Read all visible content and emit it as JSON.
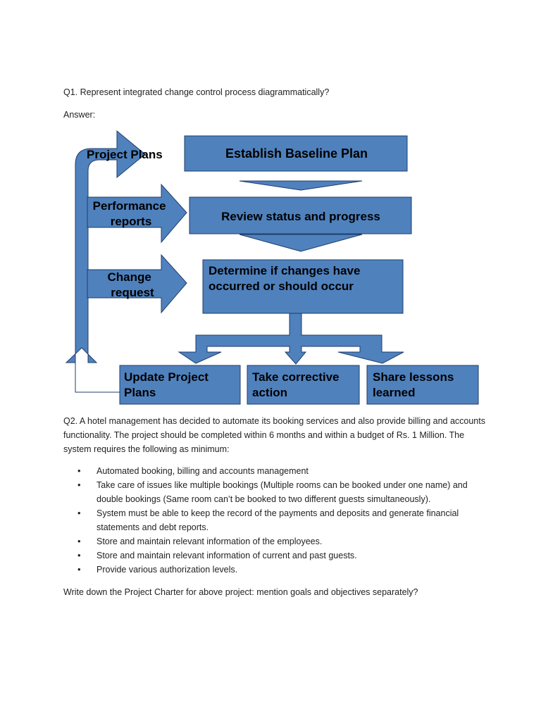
{
  "q1": "Q1. Represent integrated change control process diagrammatically?",
  "answer_label": "Answer:",
  "diagram": {
    "colors": {
      "fill": "#4f81bd",
      "stroke": "#1f3d6b",
      "text": "#000000"
    },
    "inputs": {
      "project_plans": "Project Plans",
      "performance_reports": [
        "Performance",
        "reports"
      ],
      "change_request": [
        "Change",
        "request"
      ]
    },
    "boxes": {
      "establish": "Establish Baseline Plan",
      "review": "Review status and progress",
      "determine": [
        "Determine if changes have",
        "occurred  or should occur"
      ]
    },
    "outcomes": {
      "update": [
        "Update Project",
        "Plans"
      ],
      "corrective": [
        "Take corrective",
        "action"
      ],
      "lessons": [
        "Share lessons",
        "learned"
      ]
    }
  },
  "q2": "Q2. A hotel management has decided to automate its booking services and also provide billing and accounts functionality. The project should be completed within 6 months and within  a budget of Rs. 1 Million. The system requires the following as minimum:",
  "requirements": [
    "Automated booking, billing and accounts management",
    "Take care of issues like multiple bookings (Multiple rooms can be booked under one name) and double bookings (Same room can’t be booked to two different guests simultaneously).",
    "System must be able to keep the record of the payments and deposits and generate financial statements and debt reports.",
    "Store and maintain relevant information of the employees.",
    "Store and maintain relevant information of current and past guests.",
    "Provide various authorization levels."
  ],
  "q3": "Write down the Project Charter for above project: mention goals and objectives separately?"
}
